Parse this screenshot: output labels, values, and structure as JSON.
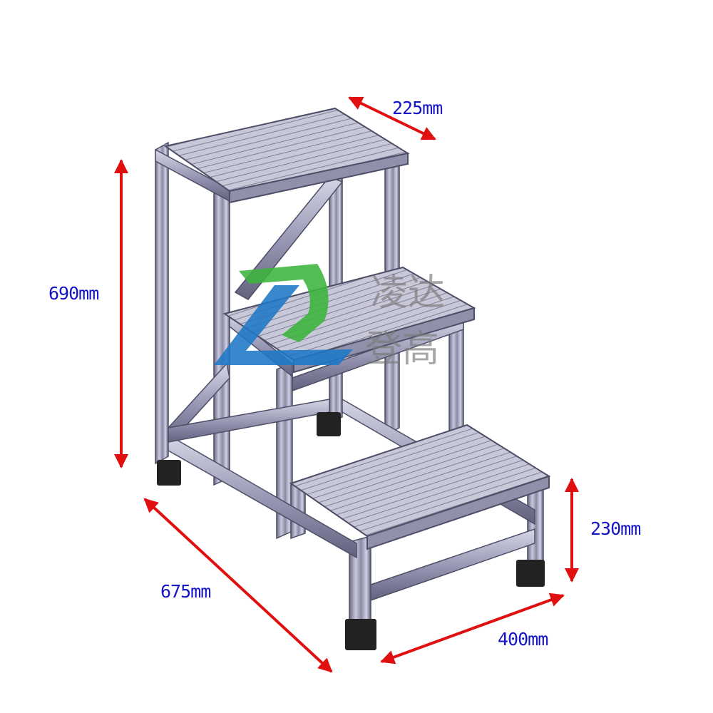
{
  "dimensions": {
    "top_depth": "225mm",
    "height": "690mm",
    "bottom_height": "230mm",
    "length": "675mm",
    "width": "400mm"
  },
  "watermark": {
    "line1": "凌达",
    "line2": "登高"
  },
  "colors": {
    "frame": "#a9a9c4",
    "frame_dark": "#5e5e78",
    "frame_light": "#d8d8e8",
    "tread": "#c4c4d4",
    "arrow": "#e01010",
    "label": "#1414c8",
    "foot": "#222222",
    "logo_green": "#3cb43c",
    "logo_blue": "#1e78c8"
  }
}
